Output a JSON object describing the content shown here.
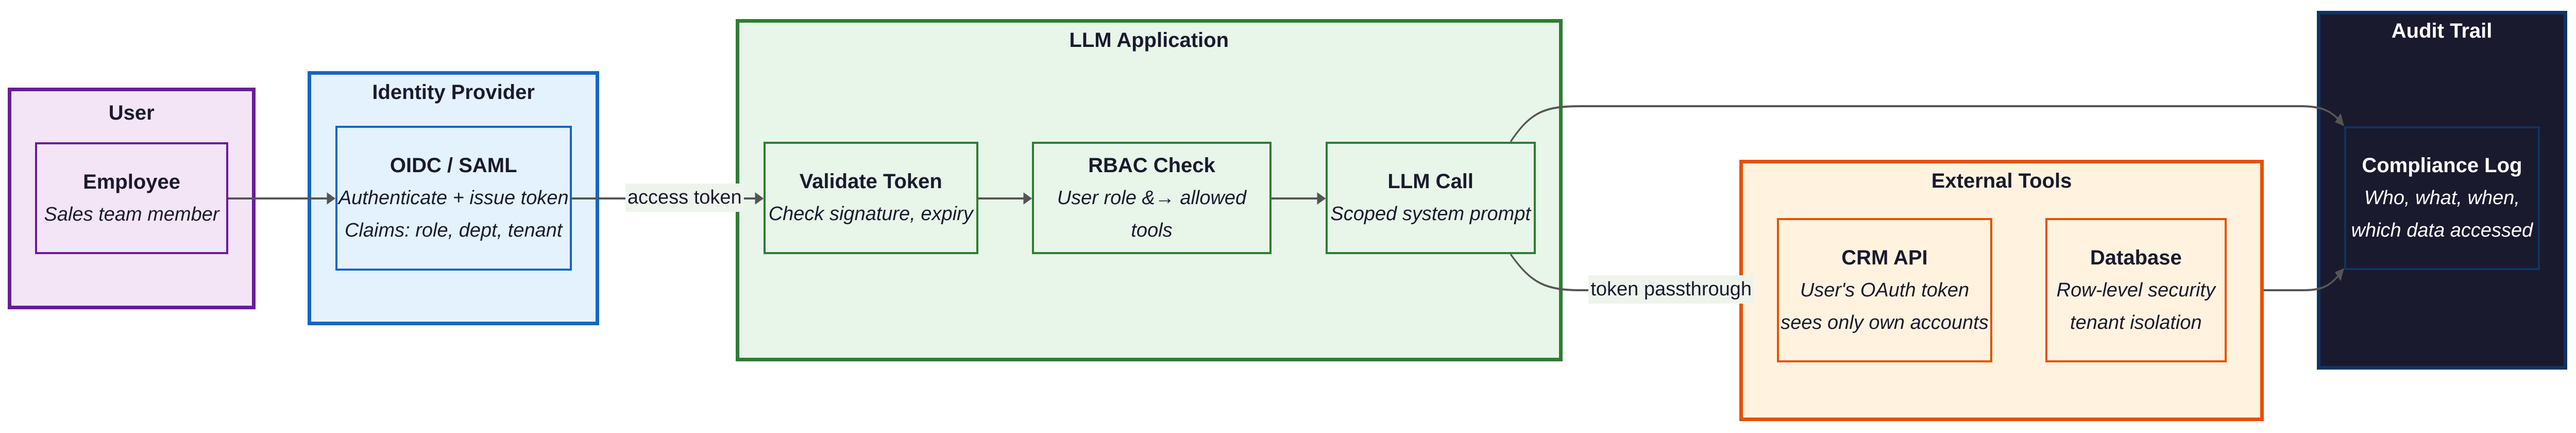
{
  "colors": {
    "user": {
      "fill": "#f3e5f5",
      "stroke": "#6a1b9a"
    },
    "identity_provider": {
      "fill": "#e3f2fd",
      "stroke": "#1565c0"
    },
    "llm_application": {
      "fill": "#e8f5e9",
      "stroke": "#2e7d32"
    },
    "external_tools": {
      "fill": "#fff3e0",
      "stroke": "#e65100"
    },
    "audit_trail": {
      "fill": "#1a1a2e",
      "stroke": "#0f3460",
      "text": "#ffffff"
    },
    "edge": "#555555"
  },
  "groups": {
    "user": {
      "title": "User",
      "node": {
        "title": "Employee",
        "lines": [
          "Sales team member"
        ]
      }
    },
    "identity_provider": {
      "title": "Identity Provider",
      "node": {
        "title": "OIDC / SAML",
        "lines": [
          "Authenticate + issue token",
          "Claims: role, dept, tenant"
        ]
      }
    },
    "llm_application": {
      "title": "LLM Application",
      "nodes": [
        {
          "title": "Validate Token",
          "lines": [
            "Check signature, expiry"
          ]
        },
        {
          "title": "RBAC Check",
          "lines": [
            "User role &→ allowed tools"
          ]
        },
        {
          "title": "LLM Call",
          "lines": [
            "Scoped system prompt"
          ]
        }
      ]
    },
    "external_tools": {
      "title": "External Tools",
      "nodes": [
        {
          "title": "CRM API",
          "lines": [
            "User's OAuth token",
            "sees only own accounts"
          ]
        },
        {
          "title": "Database",
          "lines": [
            "Row-level security",
            "tenant isolation"
          ]
        }
      ]
    },
    "audit_trail": {
      "title": "Audit Trail",
      "node": {
        "title": "Compliance Log",
        "lines": [
          "Who, what, when,",
          "which data accessed"
        ]
      }
    }
  },
  "edges": {
    "access_token": "access token",
    "token_passthrough": "token passthrough"
  }
}
